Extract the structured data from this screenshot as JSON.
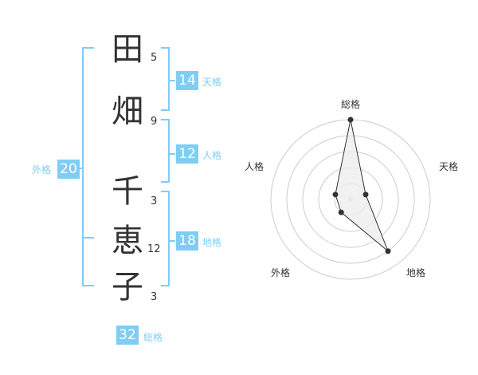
{
  "name_chars": [
    {
      "char": "田",
      "strokes": "5"
    },
    {
      "char": "畑",
      "strokes": "9"
    },
    {
      "char": "千",
      "strokes": "3"
    },
    {
      "char": "恵",
      "strokes": "12"
    },
    {
      "char": "子",
      "strokes": "3"
    }
  ],
  "fortune": {
    "ten": {
      "value": "14",
      "label": "天格"
    },
    "jin": {
      "value": "12",
      "label": "人格"
    },
    "chi": {
      "value": "18",
      "label": "地格"
    },
    "gai": {
      "value": "20",
      "label": "外格"
    },
    "so": {
      "value": "32",
      "label": "総格"
    }
  },
  "chart_data": {
    "type": "radar",
    "axes": [
      "総格",
      "天格",
      "地格",
      "外格",
      "人格"
    ],
    "values": [
      5,
      1,
      4,
      1,
      1
    ],
    "range": [
      0,
      5
    ],
    "rings": 5,
    "colors": {
      "line": "#333333",
      "fill": "#eeeeee",
      "grid": "#cccccc"
    }
  },
  "colors": {
    "accent": "#7fcdf5",
    "text": "#333333"
  }
}
